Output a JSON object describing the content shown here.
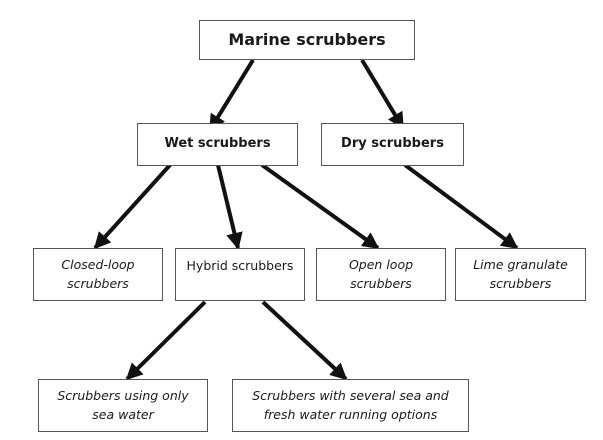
{
  "diagram": {
    "type": "tree",
    "nodes": [
      {
        "id": "marine",
        "label": "Marine scrubbers",
        "style": "bold"
      },
      {
        "id": "wet",
        "label": "Wet scrubbers",
        "style": "bold"
      },
      {
        "id": "dry",
        "label": "Dry scrubbers",
        "style": "bold"
      },
      {
        "id": "closed",
        "label": "Closed-loop scrubbers",
        "style": "italic"
      },
      {
        "id": "hybrid",
        "label": "Hybrid scrubbers",
        "style": "normal"
      },
      {
        "id": "open",
        "label": "Open loop scrubbers",
        "style": "italic"
      },
      {
        "id": "lime",
        "label": "Lime granulate scrubbers",
        "style": "italic"
      },
      {
        "id": "seaonly",
        "label": "Scrubbers using only sea water",
        "style": "italic"
      },
      {
        "id": "several",
        "label": "Scrubbers with several sea and fresh water running options",
        "style": "italic"
      }
    ],
    "edges": [
      {
        "from": "marine",
        "to": "wet"
      },
      {
        "from": "marine",
        "to": "dry"
      },
      {
        "from": "wet",
        "to": "closed"
      },
      {
        "from": "wet",
        "to": "hybrid"
      },
      {
        "from": "wet",
        "to": "open"
      },
      {
        "from": "dry",
        "to": "lime"
      },
      {
        "from": "hybrid",
        "to": "seaonly"
      },
      {
        "from": "hybrid",
        "to": "several"
      }
    ],
    "labels": {
      "marine": "Marine scrubbers",
      "wet": "Wet scrubbers",
      "dry": "Dry scrubbers",
      "closed_l1": "Closed-loop",
      "closed_l2": "scrubbers",
      "hybrid": "Hybrid scrubbers",
      "open_l1": "Open loop",
      "open_l2": "scrubbers",
      "lime_l1": "Lime granulate",
      "lime_l2": "scrubbers",
      "seaonly_l1": "Scrubbers using only",
      "seaonly_l2": "sea water",
      "several_l1": "Scrubbers with several sea and",
      "several_l2": "fresh water running options"
    }
  }
}
